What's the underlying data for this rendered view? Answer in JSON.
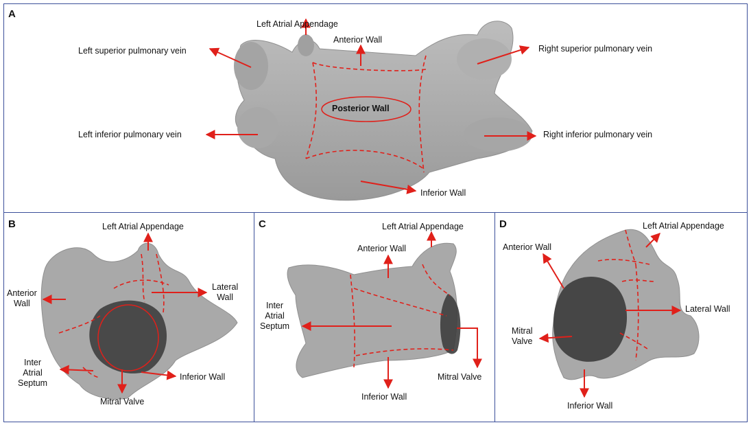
{
  "colors": {
    "frame": "#3b4f9a",
    "arrow": "#e0201a",
    "tissue": "#a9a9a9",
    "valve": "#3e3e3e"
  },
  "panel_a": {
    "letter": "A",
    "labels": {
      "laa": "Left Atrial Appendage",
      "anterior": "Anterior Wall",
      "lspv": "Left superior pulmonary vein",
      "rspv": "Right superior pulmonary vein",
      "posterior": "Posterior Wall",
      "lipv": "Left inferior pulmonary vein",
      "ripv": "Right inferior pulmonary vein",
      "inferior": "Inferior Wall"
    }
  },
  "panel_b": {
    "letter": "B",
    "labels": {
      "laa": "Left Atrial Appendage",
      "anterior": "Anterior\nWall",
      "lateral": "Lateral\nWall",
      "septum": "Inter\nAtrial\nSeptum",
      "inferior": "Inferior Wall",
      "mitral": "Mitral Valve"
    }
  },
  "panel_c": {
    "letter": "C",
    "labels": {
      "laa": "Left Atrial Appendage",
      "anterior": "Anterior Wall",
      "septum": "Inter\nAtrial\nSeptum",
      "mitral": "Mitral Valve",
      "inferior": "Inferior Wall"
    }
  },
  "panel_d": {
    "letter": "D",
    "labels": {
      "laa": "Left Atrial Appendage",
      "anterior": "Anterior Wall",
      "lateral": "Lateral Wall",
      "mitral": "Mitral\nValve",
      "inferior": "Inferior Wall"
    }
  }
}
